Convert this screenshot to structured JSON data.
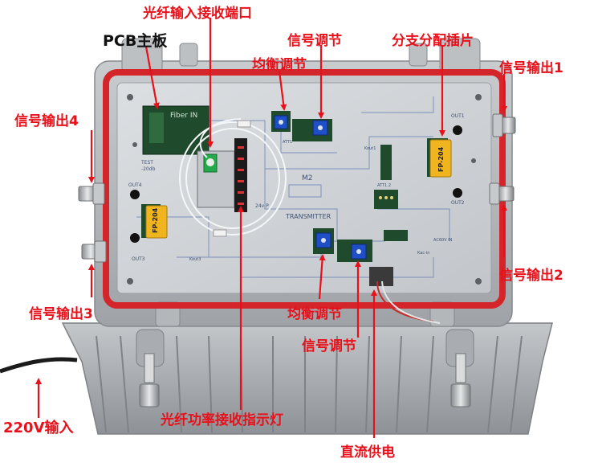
{
  "labels": {
    "fiber_input_port": "光纤输入接收端口",
    "pcb_board": "PCB主板",
    "equalizer_top": "均衡调节",
    "signal_adjust_top": "信号调节",
    "splitter_plugin": "分支分配插片",
    "output1": "信号输出1",
    "output2": "信号输出2",
    "output3": "信号输出3",
    "output4": "信号输出4",
    "equalizer_bottom": "均衡调节",
    "signal_adjust_bottom": "信号调节",
    "dc_power": "直流供电",
    "power_input": "220V输入",
    "optical_indicator": "光纤功率接收指示灯"
  },
  "board_text": {
    "fiber_in": "Fiber IN",
    "test": "TEST",
    "test_db": "-20db",
    "m2": "M2",
    "transmitter": "TRANSMITTER",
    "out1": "OUT1",
    "out2": "OUT2",
    "out3": "OUT3",
    "out4": "OUT4",
    "att1": "ATT1",
    "att2": "ATT1.2",
    "kout1": "Kout1",
    "kout3": "Kout3",
    "kac_in": "Kac-in",
    "ac60v": "AC60V IN",
    "fp_left": "FP-204",
    "fp_right": "FP-204",
    "v24": "24v P"
  },
  "colors": {
    "label_red": "#e8101a",
    "gasket_red": "#d4262a",
    "housing": "#b9bcbf",
    "board": "#cfd2d6",
    "pcb_green": "#1f4a2c",
    "pot_blue": "#1e4fc7",
    "fp_yellow": "#f0b51e"
  }
}
